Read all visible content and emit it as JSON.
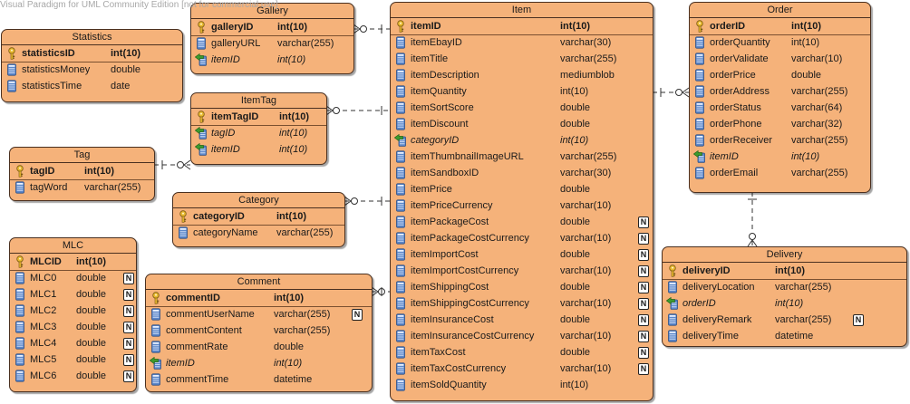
{
  "watermark": "Visual Paradigm for UML Community Edition [not for commercial use]",
  "not_null_marker": "N",
  "entities": {
    "statistics": {
      "name": "Statistics",
      "columns": [
        {
          "name": "statisticsID",
          "type": "int(10)",
          "kind": "pk",
          "nn": false
        },
        {
          "name": "statisticsMoney",
          "type": "double",
          "kind": "col",
          "nn": false
        },
        {
          "name": "statisticsTime",
          "type": "date",
          "kind": "col",
          "nn": false
        }
      ]
    },
    "gallery": {
      "name": "Gallery",
      "columns": [
        {
          "name": "galleryID",
          "type": "int(10)",
          "kind": "pk",
          "nn": false
        },
        {
          "name": "galleryURL",
          "type": "varchar(255)",
          "kind": "col",
          "nn": false
        },
        {
          "name": "itemID",
          "type": "int(10)",
          "kind": "fk",
          "nn": false
        }
      ]
    },
    "itemtag": {
      "name": "ItemTag",
      "columns": [
        {
          "name": "itemTagID",
          "type": "int(10)",
          "kind": "pk",
          "nn": false
        },
        {
          "name": "tagID",
          "type": "int(10)",
          "kind": "fk",
          "nn": false
        },
        {
          "name": "itemID",
          "type": "int(10)",
          "kind": "fk",
          "nn": false
        }
      ]
    },
    "tag": {
      "name": "Tag",
      "columns": [
        {
          "name": "tagID",
          "type": "int(10)",
          "kind": "pk",
          "nn": false
        },
        {
          "name": "tagWord",
          "type": "varchar(255)",
          "kind": "col",
          "nn": false
        }
      ]
    },
    "category": {
      "name": "Category",
      "columns": [
        {
          "name": "categoryID",
          "type": "int(10)",
          "kind": "pk",
          "nn": false
        },
        {
          "name": "categoryName",
          "type": "varchar(255)",
          "kind": "col",
          "nn": false
        }
      ]
    },
    "mlc": {
      "name": "MLC",
      "columns": [
        {
          "name": "MLCID",
          "type": "int(10)",
          "kind": "pk",
          "nn": false
        },
        {
          "name": "MLC0",
          "type": "double",
          "kind": "col",
          "nn": true
        },
        {
          "name": "MLC1",
          "type": "double",
          "kind": "col",
          "nn": true
        },
        {
          "name": "MLC2",
          "type": "double",
          "kind": "col",
          "nn": true
        },
        {
          "name": "MLC3",
          "type": "double",
          "kind": "col",
          "nn": true
        },
        {
          "name": "MLC4",
          "type": "double",
          "kind": "col",
          "nn": true
        },
        {
          "name": "MLC5",
          "type": "double",
          "kind": "col",
          "nn": true
        },
        {
          "name": "MLC6",
          "type": "double",
          "kind": "col",
          "nn": true
        }
      ]
    },
    "comment": {
      "name": "Comment",
      "columns": [
        {
          "name": "commentID",
          "type": "int(10)",
          "kind": "pk",
          "nn": false
        },
        {
          "name": "commentUserName",
          "type": "varchar(255)",
          "kind": "col",
          "nn": true
        },
        {
          "name": "commentContent",
          "type": "varchar(255)",
          "kind": "col",
          "nn": false
        },
        {
          "name": "commentRate",
          "type": "double",
          "kind": "col",
          "nn": false
        },
        {
          "name": "itemID",
          "type": "int(10)",
          "kind": "fk",
          "nn": false
        },
        {
          "name": "commentTime",
          "type": "datetime",
          "kind": "col",
          "nn": false
        }
      ]
    },
    "item": {
      "name": "Item",
      "columns": [
        {
          "name": "itemID",
          "type": "int(10)",
          "kind": "pk",
          "nn": false
        },
        {
          "name": "itemEbayID",
          "type": "varchar(30)",
          "kind": "col",
          "nn": false
        },
        {
          "name": "itemTitle",
          "type": "varchar(255)",
          "kind": "col",
          "nn": false
        },
        {
          "name": "itemDescription",
          "type": "mediumblob",
          "kind": "col",
          "nn": false
        },
        {
          "name": "itemQuantity",
          "type": "int(10)",
          "kind": "col",
          "nn": false
        },
        {
          "name": "itemSortScore",
          "type": "double",
          "kind": "col",
          "nn": false
        },
        {
          "name": "itemDiscount",
          "type": "double",
          "kind": "col",
          "nn": false
        },
        {
          "name": "categoryID",
          "type": "int(10)",
          "kind": "fk",
          "nn": false
        },
        {
          "name": "itemThumbnailImageURL",
          "type": "varchar(255)",
          "kind": "col",
          "nn": false
        },
        {
          "name": "itemSandboxID",
          "type": "varchar(30)",
          "kind": "col",
          "nn": false
        },
        {
          "name": "itemPrice",
          "type": "double",
          "kind": "col",
          "nn": false
        },
        {
          "name": "itemPriceCurrency",
          "type": "varchar(10)",
          "kind": "col",
          "nn": false
        },
        {
          "name": "itemPackageCost",
          "type": "double",
          "kind": "col",
          "nn": true
        },
        {
          "name": "itemPackageCostCurrency",
          "type": "varchar(10)",
          "kind": "col",
          "nn": true
        },
        {
          "name": "itemImportCost",
          "type": "double",
          "kind": "col",
          "nn": true
        },
        {
          "name": "itemImportCostCurrency",
          "type": "varchar(10)",
          "kind": "col",
          "nn": true
        },
        {
          "name": "itemShippingCost",
          "type": "double",
          "kind": "col",
          "nn": true
        },
        {
          "name": "itemShippingCostCurrency",
          "type": "varchar(10)",
          "kind": "col",
          "nn": true
        },
        {
          "name": "itemInsuranceCost",
          "type": "double",
          "kind": "col",
          "nn": true
        },
        {
          "name": "itemInsuranceCostCurrency",
          "type": "varchar(10)",
          "kind": "col",
          "nn": true
        },
        {
          "name": "itemTaxCost",
          "type": "double",
          "kind": "col",
          "nn": true
        },
        {
          "name": "itemTaxCostCurrency",
          "type": "varchar(10)",
          "kind": "col",
          "nn": true
        },
        {
          "name": "itemSoldQuantity",
          "type": "int(10)",
          "kind": "col",
          "nn": false
        }
      ]
    },
    "order": {
      "name": "Order",
      "columns": [
        {
          "name": "orderID",
          "type": "int(10)",
          "kind": "pk",
          "nn": false
        },
        {
          "name": "orderQuantity",
          "type": "int(10)",
          "kind": "col",
          "nn": false
        },
        {
          "name": "orderValidate",
          "type": "varchar(10)",
          "kind": "col",
          "nn": false
        },
        {
          "name": "orderPrice",
          "type": "double",
          "kind": "col",
          "nn": false
        },
        {
          "name": "orderAddress",
          "type": "varchar(255)",
          "kind": "col",
          "nn": false
        },
        {
          "name": "orderStatus",
          "type": "varchar(64)",
          "kind": "col",
          "nn": false
        },
        {
          "name": "orderPhone",
          "type": "varchar(32)",
          "kind": "col",
          "nn": false
        },
        {
          "name": "orderReceiver",
          "type": "varchar(255)",
          "kind": "col",
          "nn": false
        },
        {
          "name": "itemID",
          "type": "int(10)",
          "kind": "fk",
          "nn": false
        },
        {
          "name": "orderEmail",
          "type": "varchar(255)",
          "kind": "col",
          "nn": false
        }
      ]
    },
    "delivery": {
      "name": "Delivery",
      "columns": [
        {
          "name": "deliveryID",
          "type": "int(10)",
          "kind": "pk",
          "nn": false
        },
        {
          "name": "deliveryLocation",
          "type": "varchar(255)",
          "kind": "col",
          "nn": false
        },
        {
          "name": "orderID",
          "type": "int(10)",
          "kind": "fk",
          "nn": false
        },
        {
          "name": "deliveryRemark",
          "type": "varchar(255)",
          "kind": "col",
          "nn": true
        },
        {
          "name": "deliveryTime",
          "type": "datetime",
          "kind": "col",
          "nn": false
        }
      ]
    }
  },
  "colors": {
    "entity_fill": "#f5b27a",
    "entity_border": "#4a3020",
    "key_icon": "#e8b830",
    "column_icon": "#5b86c8",
    "fk_arrow": "#3d9a2e",
    "connector": "#333333"
  },
  "icons": {
    "primary_key": "key-icon",
    "column": "column-icon",
    "foreign_key": "foreign-key-icon"
  }
}
